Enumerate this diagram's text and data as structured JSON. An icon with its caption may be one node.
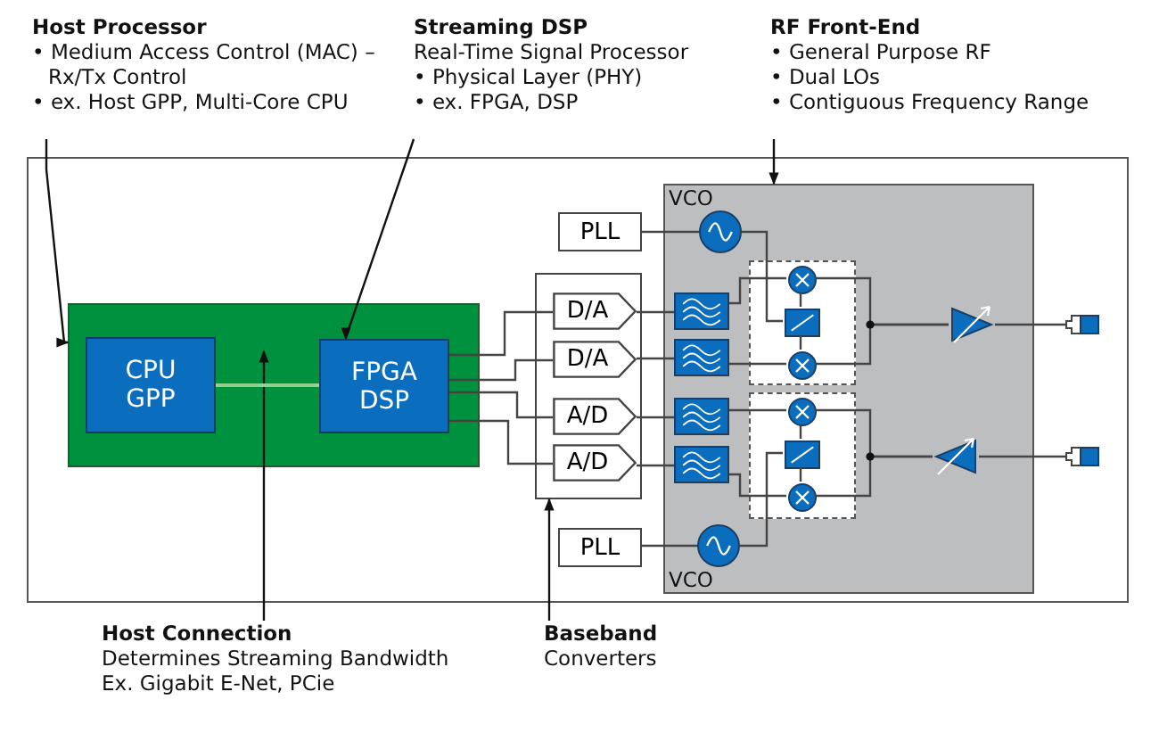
{
  "diagram": {
    "nodes": [
      {
        "text": [],
        "shape": "box"
      },
      {
        "text": [],
        "shape": "box",
        "in": 0
      },
      {
        "text": [
          "CPU GPP"
        ],
        "in": 1
      },
      {
        "text": [
          "FPGA DSP"
        ],
        "in": 1
      },
      {
        "text": [],
        "shape": "box",
        "in": 0
      },
      {
        "text": [
          "D/A"
        ],
        "in": 4
      },
      {
        "text": [
          "D/A"
        ],
        "in": 4
      },
      {
        "text": [
          "A/D"
        ],
        "in": 4
      },
      {
        "text": [
          "A/D"
        ],
        "in": 4
      },
      {
        "text": [
          "PLL"
        ],
        "in": 0
      },
      {
        "text": [
          "PLL"
        ],
        "in": 0
      },
      {
        "text": [],
        "shape": "box",
        "in": 0
      },
      {
        "text": [],
        "shape": "circle",
        "in": 11,
        "beside": [
          "VCO"
        ]
      },
      {
        "text": [],
        "shape": "box",
        "in": 11
      },
      {
        "text": [],
        "shape": "box",
        "in": 11
      },
      {
        "text": [],
        "shape": "box",
        "in": 11
      },
      {
        "text": [],
        "shape": "box",
        "in": 11
      },
      {
        "text": [],
        "shape": "box",
        "in": 11
      },
      {
        "text": [],
        "shape": "box",
        "in": 11
      },
      {
        "text": [],
        "shape": "circle",
        "in": 17
      },
      {
        "text": [],
        "shape": "box",
        "in": 17
      },
      {
        "text": [],
        "shape": "circle",
        "in": 17
      },
      {
        "text": [],
        "shape": "circle",
        "in": 18
      },
      {
        "text": [],
        "shape": "box",
        "in": 18
      },
      {
        "text": [],
        "shape": "circle",
        "in": 18
      },
      {
        "text": [],
        "shape": "triangle",
        "in": 11
      },
      {
        "text": [],
        "shape": "triangle",
        "in": 11
      },
      {
        "text": [],
        "shape": "connector",
        "in": 0
      },
      {
        "text": [],
        "shape": "connector",
        "in": 0
      },
      {
        "text": [],
        "shape": "circle",
        "in": 11,
        "beside": [
          "VCO"
        ]
      },
      {
        "text": [
          "Host Processor",
          "• Medium Access Control (MAC) –Rx/Tx Control",
          "• ex. Host GPP, Multi-Core CPU"
        ]
      },
      {
        "text": [
          "Streaming DSP",
          "Real-Time Signal Processor",
          "• Physical Layer (PHY)",
          "• ex. FPGA, DSP"
        ]
      },
      {
        "text": [
          "RF Front-End",
          "• General Purpose RF",
          "• Dual LOs",
          "• Contiguous Frequency Range"
        ]
      },
      {
        "text": [
          "Host Connection",
          "Determines Streaming Bandwidth",
          "Ex. Gigabit E-Net, PCie"
        ]
      },
      {
        "text": [
          "Baseband",
          "Converters"
        ]
      }
    ],
    "edges": [
      {
        "from": 30,
        "to": 1,
        "arrow": "to"
      },
      {
        "from": 31,
        "to": 3,
        "arrow": "to"
      },
      {
        "from": 32,
        "to": 11,
        "arrow": "to"
      },
      {
        "from": 33,
        "to": null,
        "arrow": "to"
      },
      {
        "from": 34,
        "to": 4,
        "arrow": "to"
      },
      {
        "from": 2,
        "to": 3,
        "arrow": "none",
        "color": "#8fd18f"
      },
      {
        "from": 3,
        "to": 5,
        "arrow": "none"
      },
      {
        "from": 3,
        "to": 6,
        "arrow": "none"
      },
      {
        "from": 3,
        "to": 7,
        "arrow": "none"
      },
      {
        "from": 3,
        "to": 8,
        "arrow": "none"
      },
      {
        "from": 5,
        "to": 13,
        "arrow": "none"
      },
      {
        "from": 6,
        "to": 14,
        "arrow": "none"
      },
      {
        "from": 15,
        "to": 7,
        "arrow": "none"
      },
      {
        "from": 16,
        "to": 8,
        "arrow": "none"
      },
      {
        "from": 9,
        "to": 12,
        "arrow": "none"
      },
      {
        "from": 10,
        "to": 29,
        "arrow": "none"
      },
      {
        "from": 12,
        "to": 20,
        "arrow": "none"
      },
      {
        "from": 13,
        "to": 19,
        "arrow": "none"
      },
      {
        "from": 14,
        "to": 21,
        "arrow": "none"
      },
      {
        "from": 20,
        "to": 19,
        "arrow": "none"
      },
      {
        "from": 20,
        "to": 21,
        "arrow": "none"
      },
      {
        "from": 19,
        "to": 25,
        "arrow": "none"
      },
      {
        "from": 21,
        "to": 25,
        "arrow": "none"
      },
      {
        "from": 25,
        "to": 27,
        "arrow": "none"
      },
      {
        "from": 15,
        "to": 22,
        "arrow": "none"
      },
      {
        "from": 16,
        "to": 24,
        "arrow": "none"
      },
      {
        "from": 29,
        "to": 23,
        "arrow": "none"
      },
      {
        "from": 23,
        "to": 22,
        "arrow": "none"
      },
      {
        "from": 23,
        "to": 24,
        "arrow": "none"
      },
      {
        "from": 26,
        "to": 22,
        "arrow": "none"
      },
      {
        "from": 26,
        "to": 24,
        "arrow": "none"
      },
      {
        "from": 28,
        "to": 26,
        "arrow": "none"
      }
    ]
  }
}
